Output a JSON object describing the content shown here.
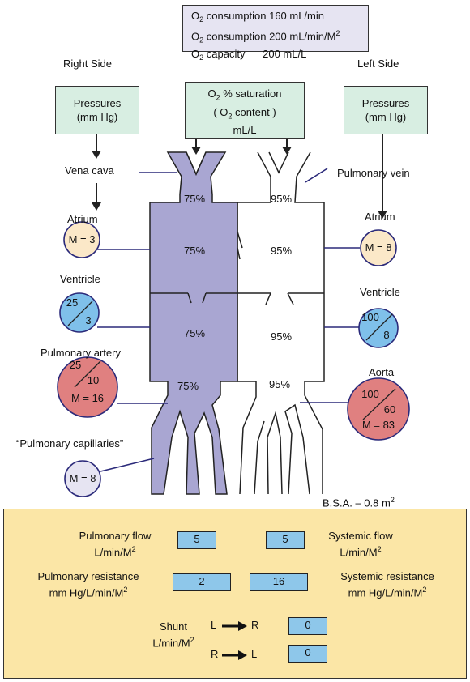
{
  "header": {
    "line1_label": "O",
    "line1_sub": "2",
    "line1_text": " consumption 160 mL/min",
    "line2_label": "O",
    "line2_sub": "2",
    "line2_text": " consumption 200 mL/min/M",
    "line2_sup": "2",
    "line3_label": "O",
    "line3_sub": "2",
    "line3_text": " capacity      200 mL/L"
  },
  "side_labels": {
    "right": "Right Side",
    "left": "Left Side",
    "bsa": "B.S.A. – 0.8 m",
    "bsa_sup": "2"
  },
  "legend_boxes": {
    "right_pressures_1": "Pressures",
    "right_pressures_2": "(mm Hg)",
    "center_1_a": "O",
    "center_1_sub": "2",
    "center_1_b": " % saturation",
    "center_2_a": "O",
    "center_2_sub": "2",
    "center_2_b": " content",
    "center_3": "mL/L",
    "left_pressures_1": "Pressures",
    "left_pressures_2": "(mm Hg)"
  },
  "labels": {
    "vena_cava": "Vena cava",
    "pulmonary_vein": "Pulmonary vein",
    "right_atrium": "Atrium",
    "left_atrium": "Atrium",
    "right_ventricle": "Ventricle",
    "left_ventricle": "Ventricle",
    "pulmonary_artery": "Pulmonary artery",
    "aorta": "Aorta",
    "pulmonary_capillaries": "“Pulmonary capillaries”"
  },
  "saturations": {
    "right_inflow": "75%",
    "right_atrium": "75%",
    "right_ventricle": "75%",
    "right_outflow": "75%",
    "left_inflow": "95%",
    "left_atrium": "95%",
    "left_ventricle": "95%",
    "left_outflow": "95%"
  },
  "pressures": {
    "right_atrium": "M = 3",
    "left_atrium": "M = 8",
    "right_ventricle_sys": "25",
    "right_ventricle_dia": "3",
    "left_ventricle_sys": "100",
    "left_ventricle_dia": "8",
    "pulmonary_artery_sys": "25",
    "pulmonary_artery_dia": "10",
    "pulmonary_artery_mean": "M = 16",
    "aorta_sys": "100",
    "aorta_dia": "60",
    "aorta_mean": "M = 83",
    "pulmonary_capillaries": "M = 8"
  },
  "results": {
    "pulmonary_flow_label": "Pulmonary flow",
    "pulmonary_flow_units": "L/min/M",
    "pulmonary_flow_value": "5",
    "systemic_flow_label": "Systemic flow",
    "systemic_flow_units": "L/min/M",
    "systemic_flow_value": "5",
    "pulmonary_resistance_label": "Pulmonary resistance",
    "pulmonary_resistance_units": "mm Hg/L/min/M",
    "pulmonary_resistance_value": "2",
    "systemic_resistance_label": "Systemic resistance",
    "systemic_resistance_units": "mm Hg/L/min/M",
    "systemic_resistance_value": "16",
    "shunt_label": "Shunt",
    "shunt_units": "L/min/M",
    "sup": "2",
    "l_to_r_from": "L",
    "l_to_r_to": "R",
    "l_to_r_value": "0",
    "r_to_l_from": "R",
    "r_to_l_to": "L",
    "r_to_l_value": "0"
  },
  "colors": {
    "right_heart": "#a9a6d2",
    "outline": "#222222",
    "connector": "#2b2a7a",
    "atrium_circle": "#fbe8c8",
    "ventricle_circle": "#7fc0ea",
    "artery_circle": "#e08080",
    "capillary_circle": "#e6e4f2",
    "panel": "#fbe6a6",
    "value_box": "#8ec7ea",
    "legend_box": "#d8eee2"
  }
}
